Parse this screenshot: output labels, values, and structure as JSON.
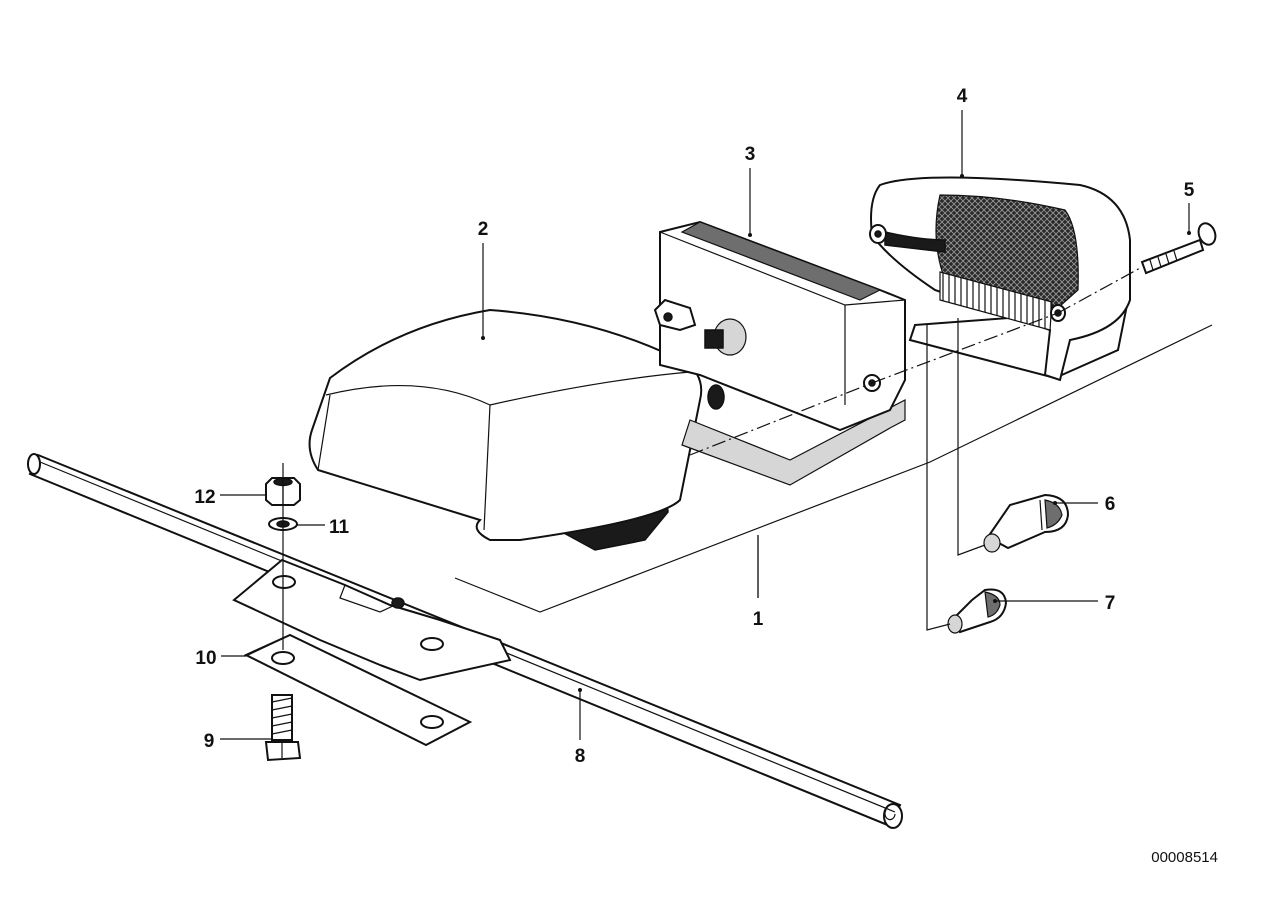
{
  "diagram": {
    "callouts": {
      "c1": "1",
      "c2": "2",
      "c3": "3",
      "c4": "4",
      "c5": "5",
      "c6": "6",
      "c7": "7",
      "c8": "8",
      "c9": "9",
      "c10": "10",
      "c11": "11",
      "c12": "12"
    },
    "reference_number": "00008514"
  }
}
